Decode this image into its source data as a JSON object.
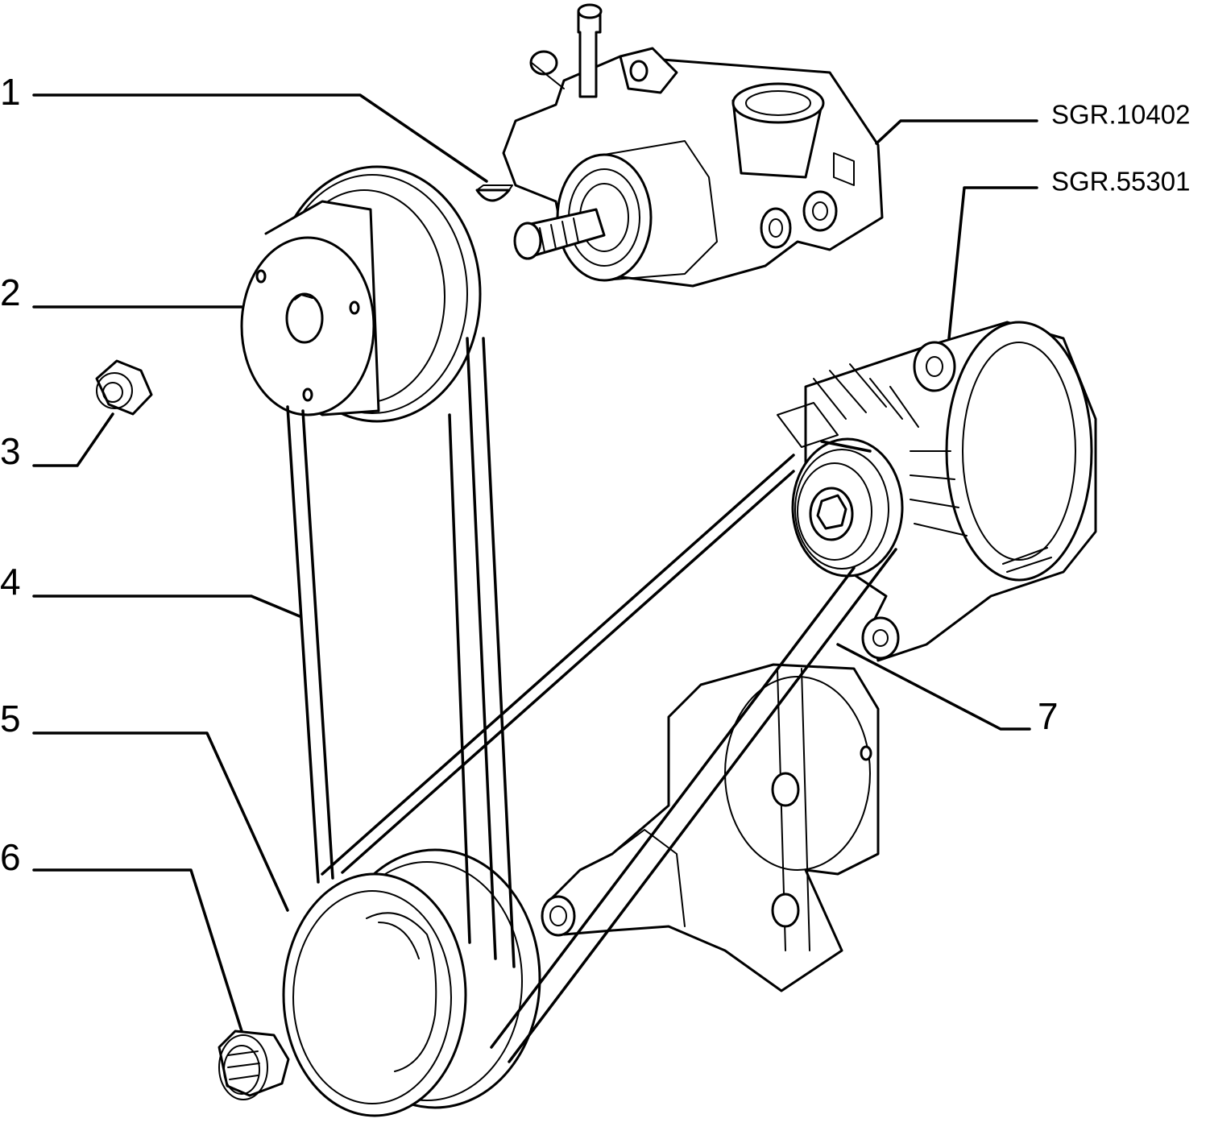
{
  "callouts": [
    {
      "id": "1",
      "label": "1"
    },
    {
      "id": "2",
      "label": "2"
    },
    {
      "id": "3",
      "label": "3"
    },
    {
      "id": "4",
      "label": "4"
    },
    {
      "id": "5",
      "label": "5"
    },
    {
      "id": "6",
      "label": "6"
    },
    {
      "id": "7",
      "label": "7"
    }
  ],
  "references": [
    {
      "id": "water-pump",
      "label": "SGR.10402"
    },
    {
      "id": "alternator",
      "label": "SGR.55301"
    }
  ]
}
